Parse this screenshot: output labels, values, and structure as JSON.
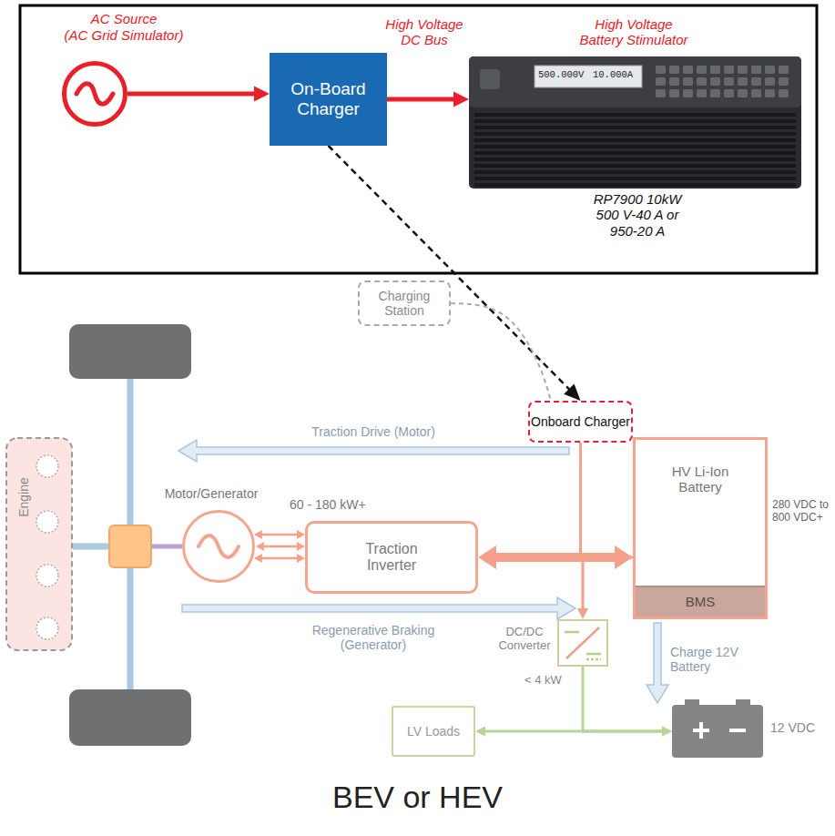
{
  "diagram": {
    "caption": "BEV or HEV",
    "nodes": [
      {
        "text": [
          "AC Source",
          "(AC Grid Simulator)"
        ]
      },
      {
        "text": [
          "On-Board Charger"
        ]
      },
      {
        "text": [
          "High Voltage Battery Stimulator",
          "RP7900 10kW 500 V-40 A or 950-20 A"
        ]
      },
      {
        "text": [
          "Charging Station"
        ]
      },
      {
        "text": [
          "Onboard Charger"
        ]
      },
      {
        "text": [
          "Engine"
        ]
      },
      {
        "text": [
          "Motor/Generator"
        ]
      },
      {
        "text": [
          "Traction Inverter"
        ]
      },
      {
        "text": [
          "HV Li-Ion Battery"
        ]
      },
      {
        "text": [
          "BMS"
        ],
        "in": 8
      },
      {
        "text": [
          "DC/DC Converter"
        ]
      },
      {
        "text": [
          "LV Loads"
        ]
      },
      {
        "text": [
          "12 VDC"
        ]
      }
    ],
    "edges": [
      {
        "from": 0,
        "to": 1,
        "arrow": "to"
      },
      {
        "from": 1,
        "to": 2,
        "label": "High Voltage DC Bus",
        "arrow": "to"
      },
      {
        "from": 1,
        "to": 4,
        "arrow": "to"
      },
      {
        "from": 3,
        "to": 4,
        "arrow": "none"
      },
      {
        "from": 6,
        "to": 7,
        "arrow": "both"
      },
      {
        "from": 7,
        "to": 8,
        "arrow": "both"
      },
      {
        "from": 4,
        "to": 8,
        "arrow": "to"
      },
      {
        "from": 8,
        "to": 10,
        "arrow": "to"
      },
      {
        "from": 10,
        "to": 12,
        "arrow": "to"
      },
      {
        "from": 11,
        "to": 12,
        "arrow": "both"
      }
    ],
    "labels": [
      "500.000V",
      "10.000A",
      "Traction Drive (Motor)",
      "60 - 180 kW+",
      "280 VDC to 800 VDC+",
      "Regenerative Braking (Generator)",
      "< 4 kW",
      "Charge 12V Battery"
    ]
  }
}
